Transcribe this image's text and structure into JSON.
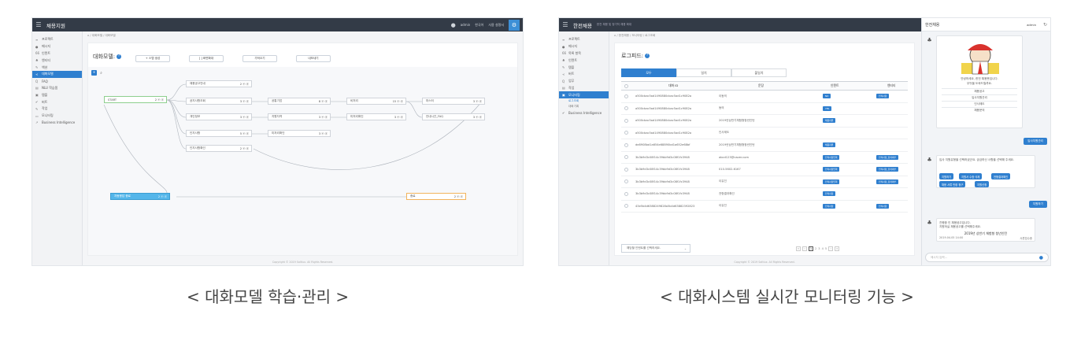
{
  "panel1": {
    "app_title": "채용지원",
    "user": "admin",
    "top_items": [
      "한국어",
      "사용 설명서"
    ],
    "sidebar": [
      "프로젝트",
      "메시지",
      "인텐트",
      "엔티티",
      "액션",
      "대화모델",
      "FAQ",
      "NLU 학습폼",
      "템플",
      "버트",
      "작업",
      "모니터링",
      "Business Intelligence"
    ],
    "active_index": 5,
    "breadcrumb": "⌂ / 대화모델 / 대화모델",
    "page_title": "대화모델:",
    "toolbar": [
      "+ 스텝 생성",
      "[ ] 화면확대",
      "가져오기",
      "내보내기"
    ],
    "nodes": {
      "start": "START",
      "column1": [
        "채용공고안내",
        "공지사항조회",
        "개인정보",
        "인지사항",
        "인지사항확인"
      ],
      "column2": [
        "공통기업",
        "지원자격",
        "미처리확인"
      ],
      "column3": [
        "비처리",
        "미처리확인"
      ],
      "column4": [
        "마스터",
        "안내시간_FAQ"
      ],
      "faq": "자동응답 종료",
      "end": "종료"
    },
    "footer": "Copyright © 2019 Saltlux. All Rights Reserved."
  },
  "panel2": {
    "app_title": "한전채용",
    "app_sub": "한전 채용 및 정기직 채용 확대",
    "user": "admin",
    "sidebar": [
      "프로젝트",
      "메시지",
      "목록 항목",
      "인텐트",
      "템플",
      "버트",
      "업무",
      "작업",
      "모니터링",
      "Business Intelligence"
    ],
    "sidebar_sub": [
      "로그조회",
      "대화기록"
    ],
    "active_index": 8,
    "breadcrumb": "⌂ / 한전채용 / 모니터링 / 로그조회",
    "page_title": "로그피드:",
    "tabs": [
      "모두",
      "일치",
      "불일치"
    ],
    "headers": [
      "대화 ID",
      "문장",
      "인텐트",
      "엔티티"
    ],
    "rows": [
      {
        "id": "a500cbac5ad1490880cbac5ad1c9082a",
        "text": "이동의",
        "intent": "NO",
        "entity": "인적사항"
      },
      {
        "id": "a500cbac5ad1490880cbac5ad1c9082a",
        "text": "동의",
        "intent": "YES",
        "entity": ""
      },
      {
        "id": "a500cbac5ad1490880cbac5ad1c9082a",
        "text": "2019년상반기체험형청년인턴",
        "intent": "채용지원",
        "entity": ""
      },
      {
        "id": "a500cbac5ad1490880cbac5ad1c9082a",
        "text": "인사제도",
        "intent": "",
        "entity": ""
      },
      {
        "id": "de8908bd1a654e68890bd1a652e68bf",
        "text": "2019년상반기체험형청년인턴",
        "intent": "채용지원",
        "entity": ""
      },
      {
        "id": "3b3b9d3c08f14c39bb9d3c08f1fc3948",
        "text": "abcd123@naver.com",
        "intent": "인적사항입력",
        "entity": "인적사항_합격여부"
      },
      {
        "id": "3b3b9d3c08f14c39bb9d3c08f1fc3948",
        "text": "010-5602-6167",
        "intent": "인적사항입력",
        "entity": "인적사항_합격여부"
      },
      {
        "id": "3b3b9d3c08f14c39bb9d3c08f1fc3948",
        "text": "이유진",
        "intent": "인적사항입력",
        "entity": "인적사항_합격여부"
      },
      {
        "id": "3b3b9d3c08f14c39bb9d3c08f1fc3948",
        "text": "전형결과확인",
        "intent": "인적사항",
        "entity": ""
      },
      {
        "id": "43e5b4d6388249828a5b4d63882392823",
        "text": "이유진",
        "intent": "인적사항",
        "entity": "인적사항"
      }
    ],
    "select_placeholder": "해당할 인텐트를 선택하세요.",
    "pages": [
      "1",
      "2",
      "3",
      "4",
      "5"
    ],
    "current_page": "1",
    "footer": "Copyright © 2019 Saltlux. All Rights Reserved.",
    "chat": {
      "title": "한전채용",
      "user": "admin",
      "greeting_line1": "안녕하세요, 한전 채용봇입니다.",
      "greeting_line2": "무엇을 도와드릴까요.",
      "menu": [
        "채용공고",
        "입사지원관리",
        "인사제도",
        "채용문의"
      ],
      "user_msg1": "입사지원관리",
      "bot_msg": "입사 지원유형을 선택하셨군요. 궁금하신 사항을 선택해 주세요.",
      "buttons": [
        "지원하기",
        "지원서 수정·삭제",
        "전형결과확인",
        "채용 서류 반환 청구",
        "지원신청"
      ],
      "user_msg2": "지원하기",
      "bot_msg2_line1": "진행중 인 채용공고입니다.",
      "bot_msg2_line2": "지원하실 채용공고를 선택해주세요.",
      "notice": "2019년 상반기 체험형 청년인턴",
      "notice_meta": "2019.04.05 14:00",
      "notice_right": "서류접수중",
      "input_placeholder": "메시지 입력..."
    }
  },
  "captions": [
    "< 대화모델 학습·관리 >",
    "< 대화시스템 실시간 모니터링 기능 >"
  ],
  "colors": {
    "primary": "#2f7fcf",
    "topbar": "#333b47",
    "node_blue": "#54b6ea",
    "node_orange": "#f2b45c",
    "node_green": "#8ecf8e"
  }
}
